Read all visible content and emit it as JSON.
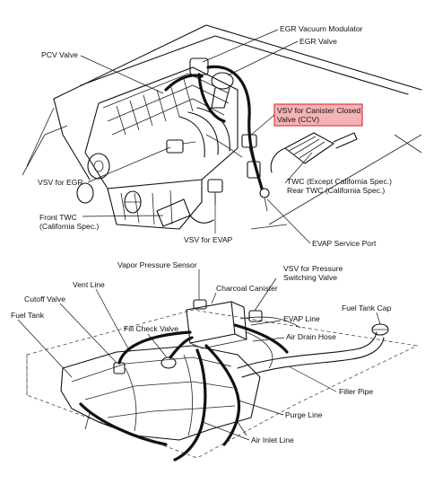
{
  "labels": {
    "egr_vacuum_modulator": "EGR Vacuum Modulator",
    "egr_valve": "EGR Valve",
    "pcv_valve": "PCV Valve",
    "vsv_canister_line1": "VSV for Canister Closed",
    "vsv_canister_line2": "Valve (CCV)",
    "vsv_egr": "VSV for EGR",
    "twc_line1": "TWC (Except California Spec.)",
    "twc_line2": "Rear TWC (California Spec.)",
    "front_twc_line1": "Front TWC",
    "front_twc_line2": "(California Spec.)",
    "vsv_evap": "VSV for EVAP",
    "evap_service_port": "EVAP Service Port",
    "vapor_pressure_sensor": "Vapor Pressure Sensor",
    "vsv_pressure_line1": "VSV for Pressure",
    "vsv_pressure_line2": "Switching Valve",
    "vent_line": "Vent Line",
    "charcoal_canister": "Charcoal Canister",
    "cutoff_valve": "Cutoff Valve",
    "fuel_tank_cap": "Fuel Tank Cap",
    "evap_line": "EVAP Line",
    "fuel_tank": "Fuel Tank",
    "fill_check_valve": "Fill Check Valve",
    "air_drain_hose": "Air Drain Hose",
    "filler_pipe": "Filler Pipe",
    "purge_line": "Purge Line",
    "air_inlet_line": "Air Inlet Line"
  },
  "colors": {
    "highlight_fill": "#f6b3b6",
    "highlight_stroke": "#e23b3b",
    "line": "#111111"
  }
}
